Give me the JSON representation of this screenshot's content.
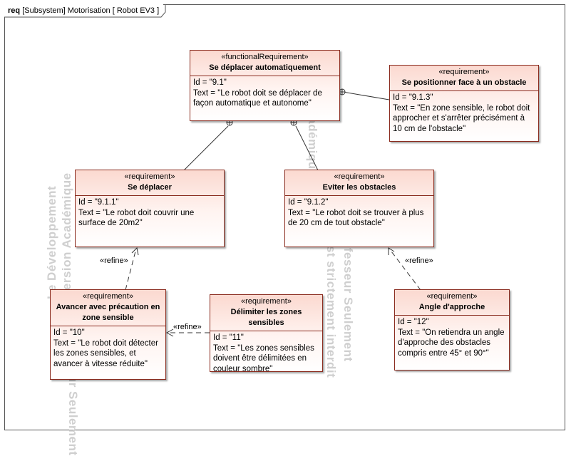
{
  "frame": {
    "kind": "req",
    "title": "[Subsystem] Motorisation [ Robot EV3 ]"
  },
  "nodes": {
    "n91": {
      "stereotype": "«functionalRequirement»",
      "name": "Se déplacer automatiquement",
      "id_text": "Id = \"9.1\"",
      "text": "Text = \"Le robot doit se déplacer de façon automatique et autonome\""
    },
    "n913": {
      "stereotype": "«requirement»",
      "name": "Se positionner face à un obstacle",
      "id_text": "Id = \"9.1.3\"",
      "text": "Text = \"En zone sensible, le robot doit approcher et s'arrêter précisément à 10 cm de l'obstacle\""
    },
    "n911": {
      "stereotype": "«requirement»",
      "name": "Se déplacer",
      "id_text": "Id = \"9.1.1\"",
      "text": "Text = \"Le robot doit couvrir une surface de 20m2\""
    },
    "n912": {
      "stereotype": "«requirement»",
      "name": "Eviter les obstacles",
      "id_text": "Id = \"9.1.2\"",
      "text": "Text = \"Le robot doit se trouver à plus de 20 cm de tout obstacle\""
    },
    "n10": {
      "stereotype": "«requirement»",
      "name": "Avancer avec précaution en zone sensible",
      "id_text": "Id = \"10\"",
      "text": "Text = \"Le robot doit détecter les zones sensibles, et avancer à vitesse réduite\""
    },
    "n11": {
      "stereotype": "«requirement»",
      "name": "Délimiter les zones sensibles",
      "id_text": "Id = \"11\"",
      "text": "Text = \"Les zones sensibles doivent être délimitées en couleur sombre\""
    },
    "n12": {
      "stereotype": "«requirement»",
      "name": "Angle d'approche",
      "id_text": "Id = \"12\"",
      "text": "Text = \"On retiendra un angle d'approche des obstacles compris entre 45° et 90°\""
    }
  },
  "links": {
    "refine_label": "«refine»"
  },
  "watermark": [
    "Version Académique",
    "Le Développement",
    "Professeur Seulement",
    "est strictement interdit"
  ]
}
